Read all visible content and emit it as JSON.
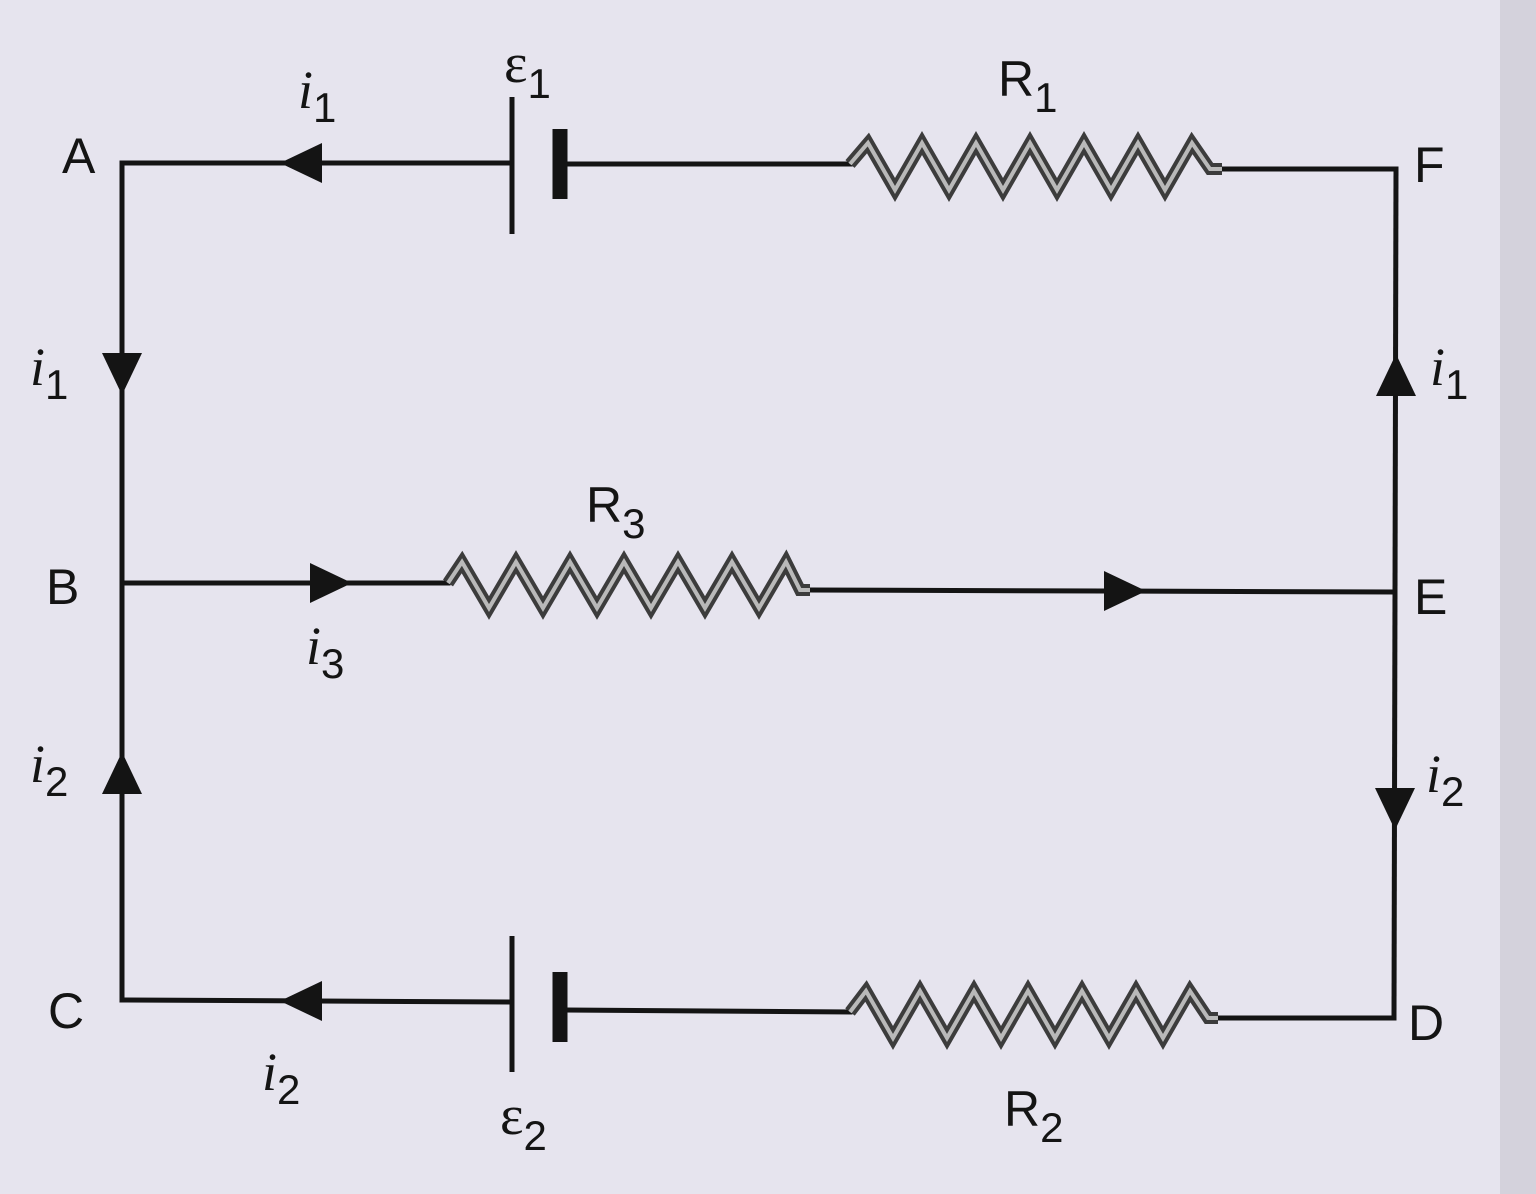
{
  "nodes": {
    "A": "A",
    "B": "B",
    "C": "C",
    "D": "D",
    "E": "E",
    "F": "F"
  },
  "resistors": {
    "R1": {
      "base": "R",
      "sub": "1"
    },
    "R2": {
      "base": "R",
      "sub": "2"
    },
    "R3": {
      "base": "R",
      "sub": "3"
    }
  },
  "emfs": {
    "e1": {
      "base": "ε",
      "sub": "1"
    },
    "e2": {
      "base": "ε",
      "sub": "2"
    }
  },
  "currents": {
    "top": {
      "base": "i",
      "sub": "1"
    },
    "left_upper": {
      "base": "i",
      "sub": "1"
    },
    "right_upper": {
      "base": "i",
      "sub": "1"
    },
    "middle": {
      "base": "i",
      "sub": "3"
    },
    "left_lower": {
      "base": "i",
      "sub": "2"
    },
    "right_lower": {
      "base": "i",
      "sub": "2"
    },
    "bottom": {
      "base": "i",
      "sub": "2"
    }
  },
  "colors": {
    "ink": "#141414",
    "paper": "#e6e4ee"
  }
}
